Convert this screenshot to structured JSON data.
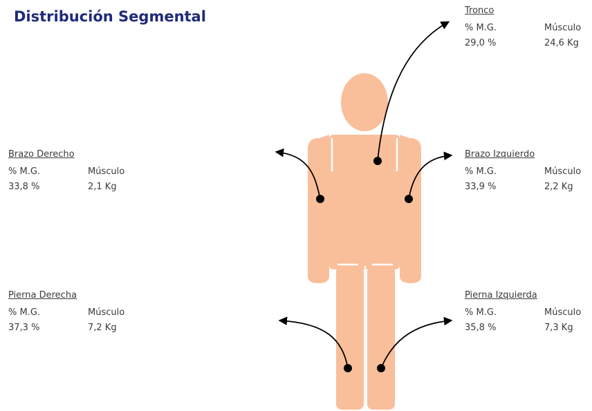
{
  "title": "Distribución Segmental",
  "colors": {
    "title": "#1f2a7a",
    "body": "#f9bf9b",
    "arrow": "#000000"
  },
  "segments": {
    "tronco": {
      "name": "Tronco",
      "mg_label": "% M.G.",
      "musculo_label": "Músculo",
      "mg_value": "29,0 %",
      "musculo_value": "24,6 Kg"
    },
    "brazo_derecho": {
      "name": "Brazo Derecho",
      "mg_label": "% M.G.",
      "musculo_label": "Músculo",
      "mg_value": "33,8 %",
      "musculo_value": "2,1 Kg"
    },
    "brazo_izquierdo": {
      "name": "Brazo Izquierdo",
      "mg_label": "% M.G.",
      "musculo_label": "Músculo",
      "mg_value": "33,9 %",
      "musculo_value": "2,2 Kg"
    },
    "pierna_derecha": {
      "name": "Pierna Derecha",
      "mg_label": "% M.G.",
      "musculo_label": "Músculo",
      "mg_value": "37,3 %",
      "musculo_value": "7,2 Kg"
    },
    "pierna_izquierda": {
      "name": "Pierna Izquierda",
      "mg_label": "% M.G.",
      "musculo_label": "Músculo",
      "mg_value": "35,8 %",
      "musculo_value": "7,3 Kg"
    }
  }
}
